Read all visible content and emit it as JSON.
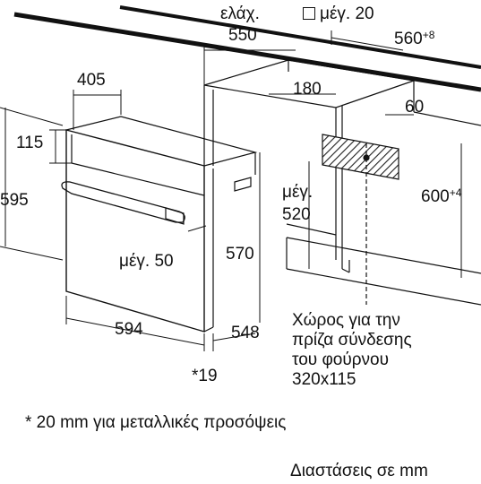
{
  "diagram": {
    "labels": {
      "min_thickness": "ελάχ.",
      "dim_550": "550",
      "max_20": "μέγ. 20",
      "dim_560": "560",
      "dim_560_tol": "+8",
      "dim_405": "405",
      "dim_180": "180",
      "dim_60": "60",
      "dim_115": "115",
      "dim_595": "595",
      "max_label": "μέγ.",
      "dim_520": "520",
      "dim_600": "600",
      "dim_600_tol": "+4",
      "dim_570": "570",
      "max_50": "μέγ. 50",
      "dim_594": "594",
      "dim_548": "548",
      "dim_19": "*19"
    },
    "socket_area": {
      "line1": "Χώρος για την",
      "line2": "πρίζα σύνδεσης",
      "line3": "του φούρνου",
      "line4": "320x115"
    },
    "footnote": "* 20 mm για μεταλλικές προσόψεις",
    "units_note": "Διαστάσεις σε mm"
  }
}
